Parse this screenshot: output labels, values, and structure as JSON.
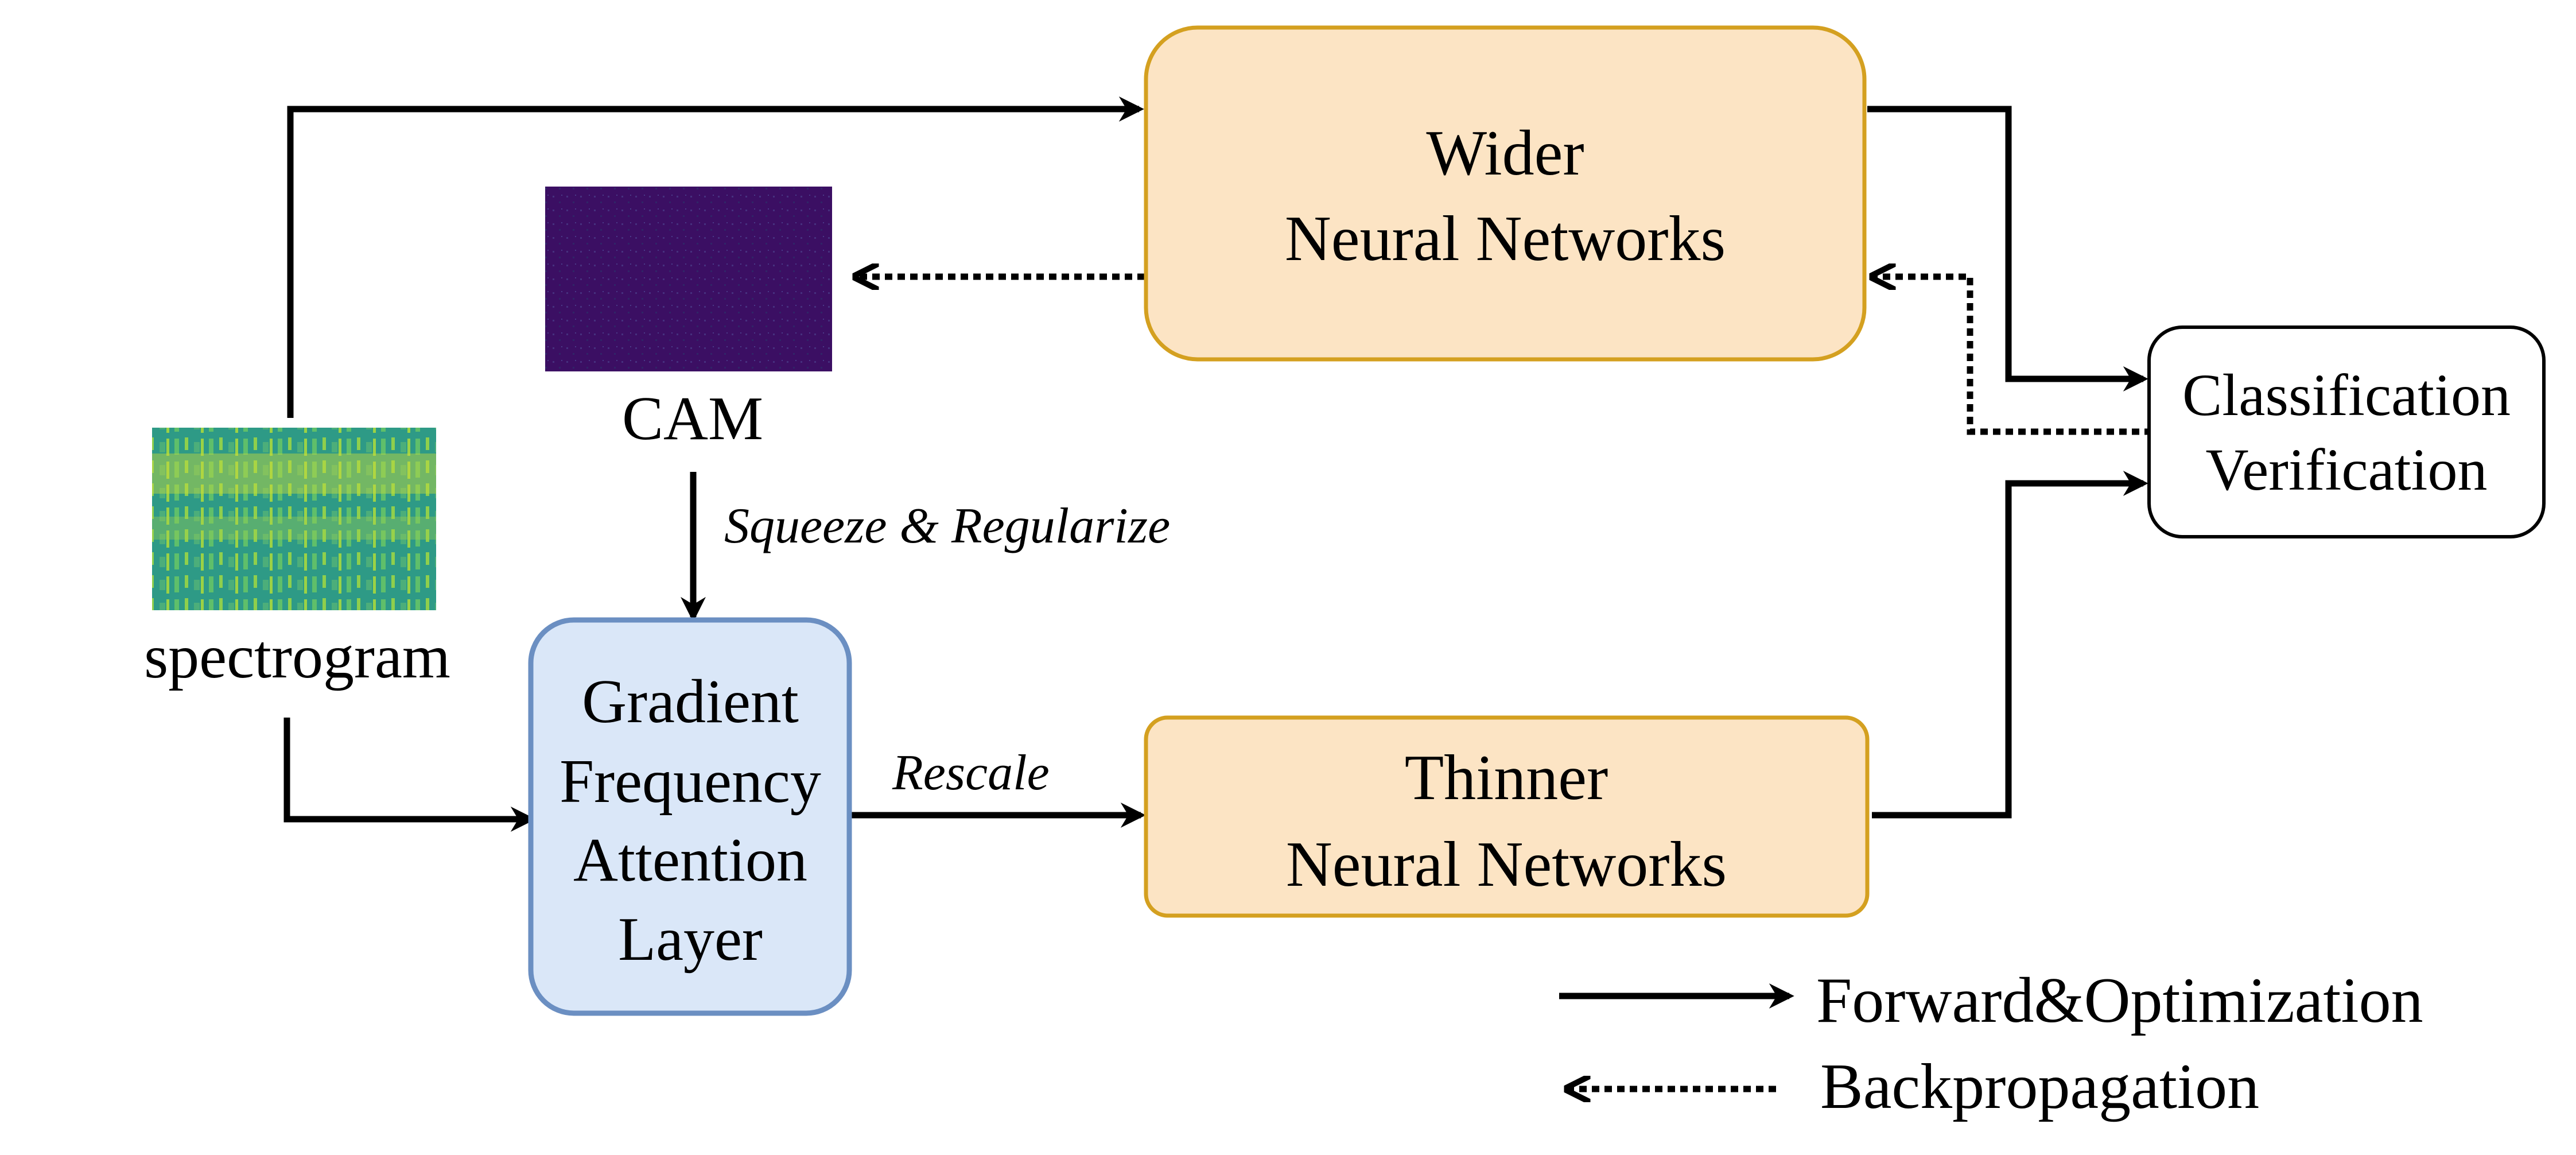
{
  "nodes": {
    "wider": {
      "line1": "Wider",
      "line2": "Neural Networks"
    },
    "thinner": {
      "line1": "Thinner",
      "line2": "Neural Networks"
    },
    "gfa": {
      "line1": "Gradient",
      "line2": "Frequency",
      "line3": "Attention",
      "line4": "Layer"
    },
    "output": {
      "line1": "Classification",
      "line2": "Verification"
    }
  },
  "images": {
    "spectrogram_label": "spectrogram",
    "cam_label": "CAM"
  },
  "edges": {
    "squeeze_label": "Squeeze & Regularize",
    "rescale_label": "Rescale"
  },
  "legend": {
    "forward": "Forward&Optimization",
    "backprop": "Backpropagation"
  },
  "colors": {
    "network_fill": "#fce4c4",
    "network_stroke": "#d4a020",
    "gfa_fill": "#dae7f8",
    "gfa_stroke": "#6b8fc2",
    "cam_base": "#3b0f63",
    "spectrogram_base": "#2e9a86",
    "spectrogram_highlight": "#c8dc3c"
  }
}
